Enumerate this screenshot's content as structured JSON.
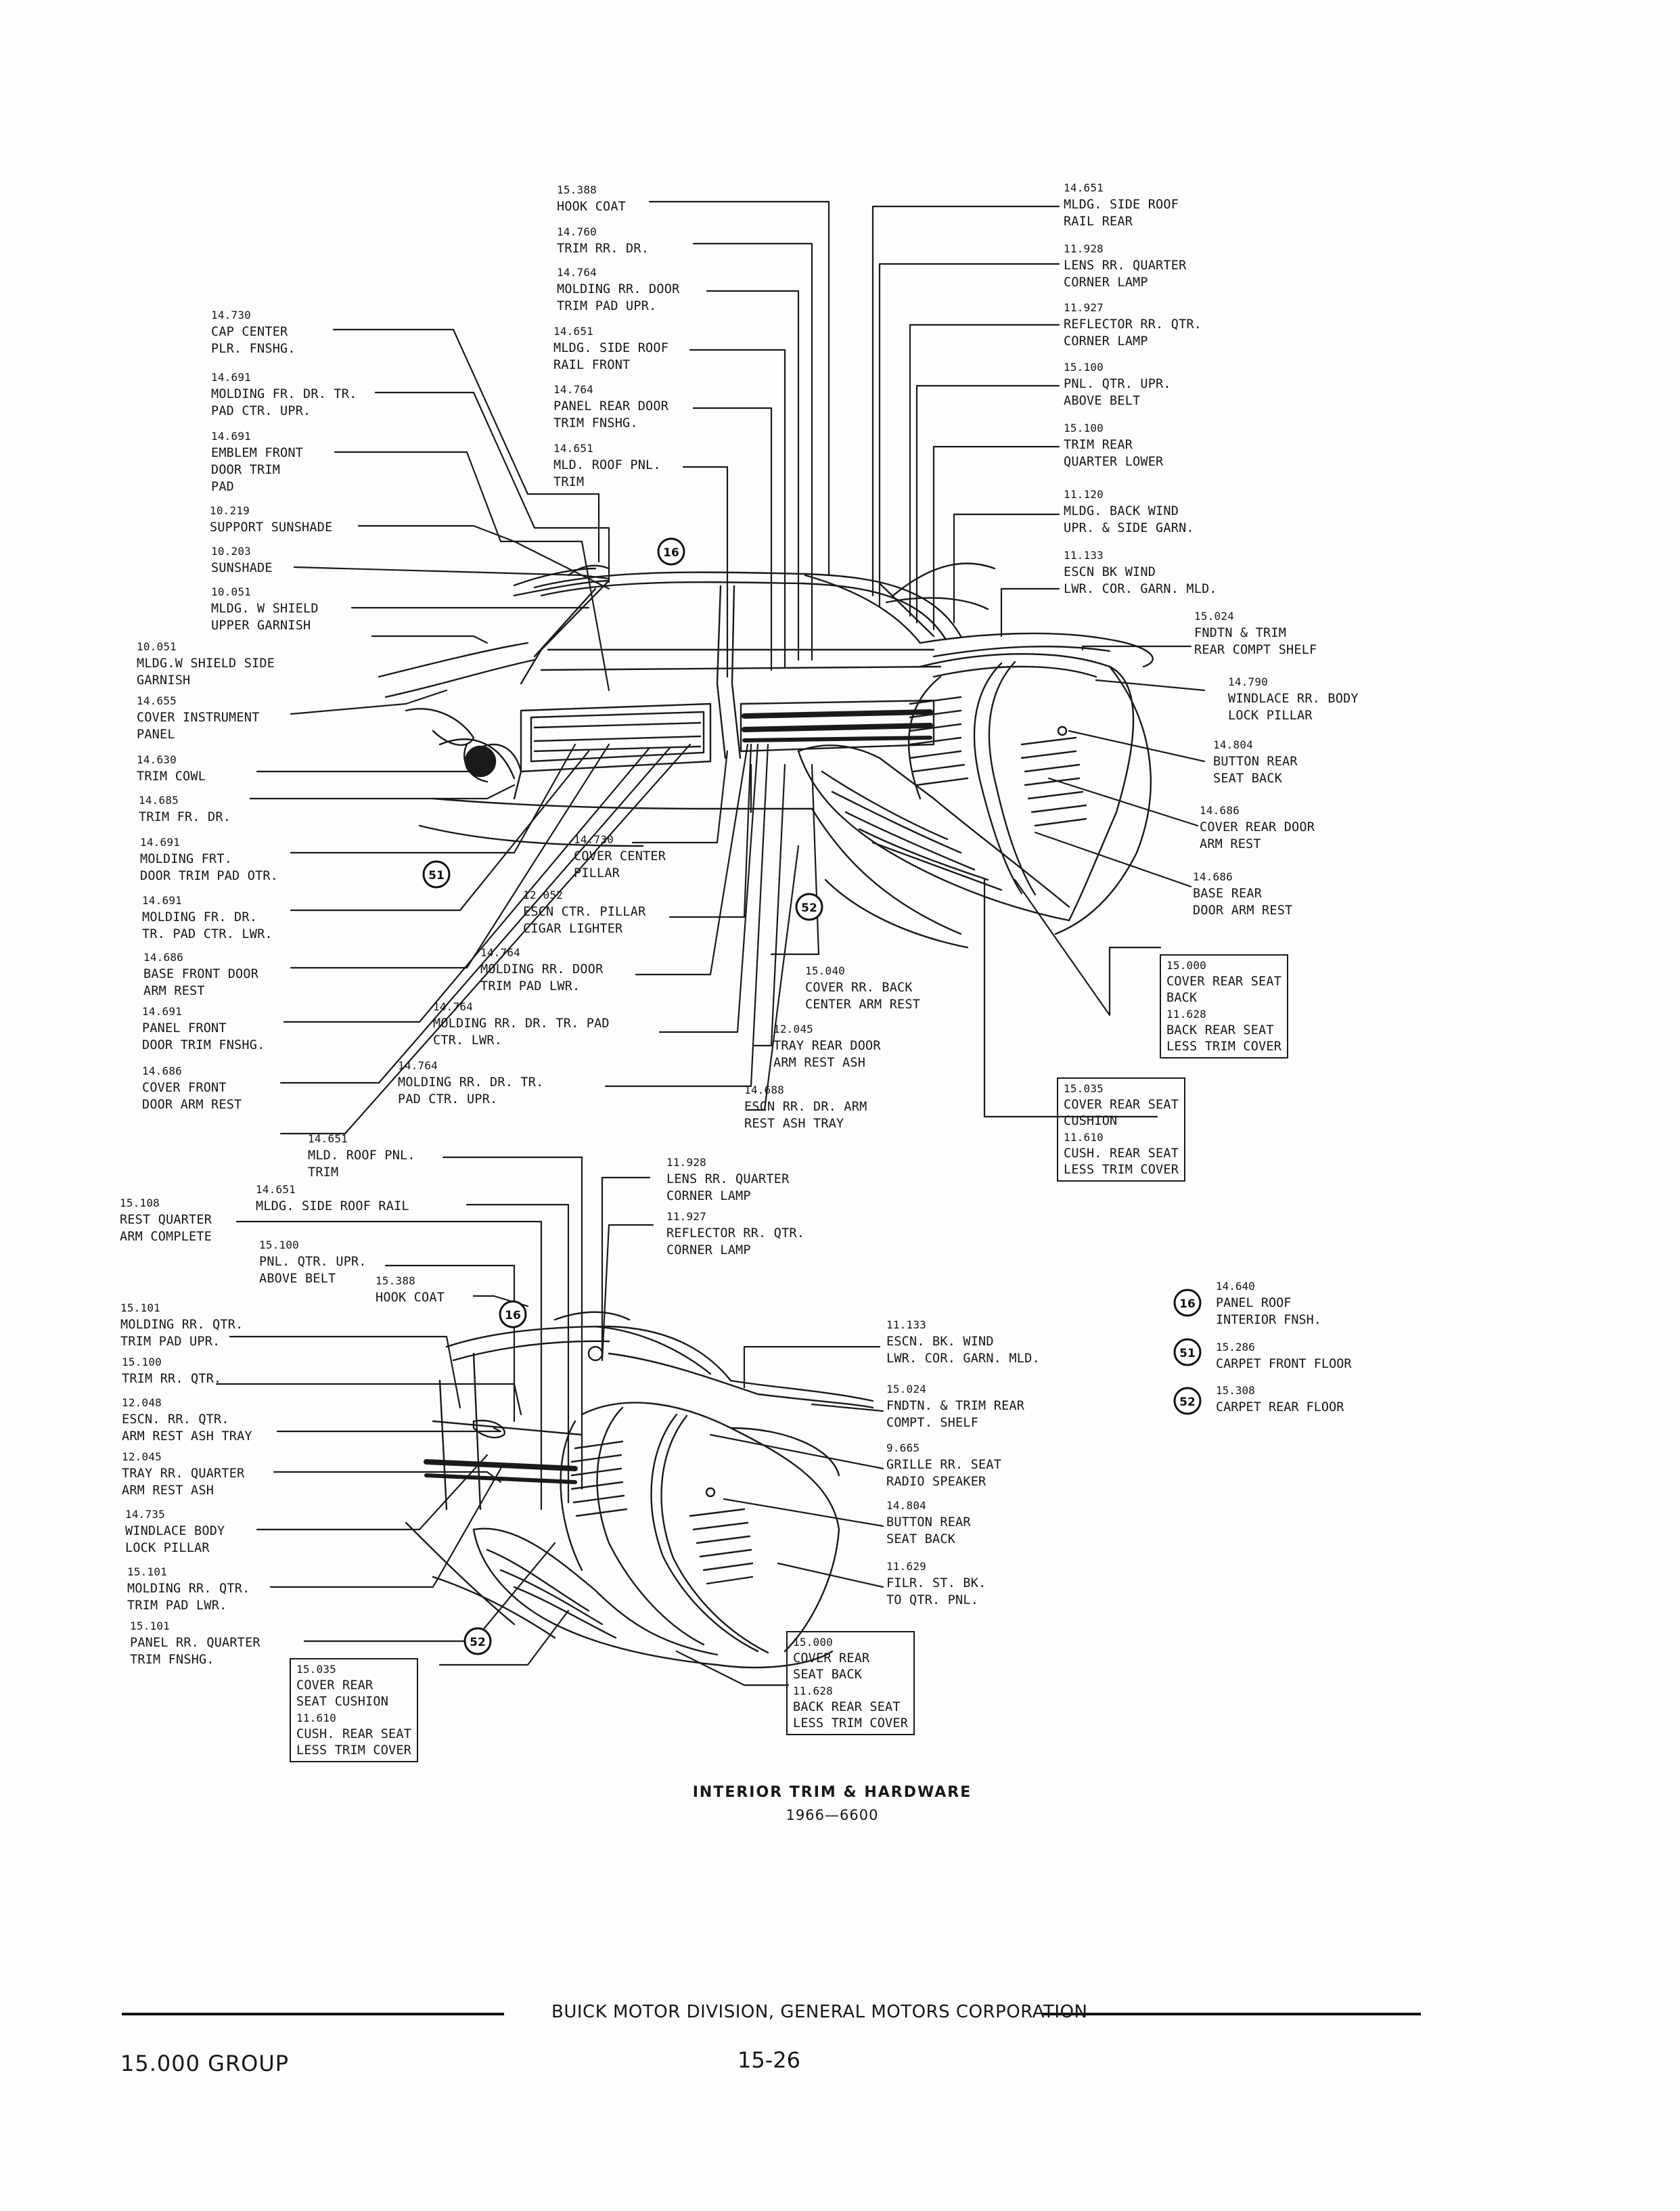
{
  "upper_callouts": [
    {
      "id": "u1",
      "lines": [
        "15.388",
        "HOOK COAT"
      ]
    },
    {
      "id": "u2",
      "lines": [
        "14.760",
        "TRIM RR. DR."
      ]
    },
    {
      "id": "u3",
      "lines": [
        "14.764",
        "MOLDING RR. DOOR",
        "TRIM PAD UPR."
      ]
    },
    {
      "id": "u4",
      "lines": [
        "14.651",
        "MLDG. SIDE ROOF",
        "RAIL FRONT"
      ]
    },
    {
      "id": "u5",
      "lines": [
        "14.764",
        "PANEL REAR DOOR",
        "TRIM FNSHG."
      ]
    },
    {
      "id": "u6",
      "lines": [
        "14.651",
        "MLD. ROOF PNL.",
        "TRIM"
      ]
    },
    {
      "id": "u7",
      "lines": [
        "14.651",
        "MLDG. SIDE ROOF",
        "RAIL REAR"
      ]
    },
    {
      "id": "u8",
      "lines": [
        "11.928",
        "LENS RR. QUARTER",
        "CORNER LAMP"
      ]
    },
    {
      "id": "u9",
      "lines": [
        "11.927",
        "REFLECTOR RR. QTR.",
        "CORNER LAMP"
      ]
    },
    {
      "id": "u10",
      "lines": [
        "15.100",
        "PNL. QTR. UPR.",
        "ABOVE BELT"
      ]
    },
    {
      "id": "u11",
      "lines": [
        "15.100",
        "TRIM REAR",
        "QUARTER LOWER"
      ]
    },
    {
      "id": "u12",
      "lines": [
        "11.120",
        "MLDG. BACK WIND",
        "UPR. & SIDE GARN."
      ]
    },
    {
      "id": "u13",
      "lines": [
        "11.133",
        "ESCN BK WIND",
        "LWR. COR. GARN. MLD."
      ]
    },
    {
      "id": "u14",
      "lines": [
        "15.024",
        "FNDTN & TRIM",
        "REAR COMPT SHELF"
      ]
    },
    {
      "id": "u15",
      "lines": [
        "14.790",
        "WINDLACE RR. BODY",
        "LOCK PILLAR"
      ]
    },
    {
      "id": "u16",
      "lines": [
        "14.804",
        "BUTTON REAR",
        "SEAT BACK"
      ]
    },
    {
      "id": "u17",
      "lines": [
        "14.686",
        "COVER REAR DOOR",
        "ARM REST"
      ]
    },
    {
      "id": "u18",
      "lines": [
        "14.686",
        "BASE REAR",
        "DOOR ARM REST"
      ]
    },
    {
      "id": "u19",
      "lines": [
        "14.730",
        "CAP CENTER",
        "PLR. FNSHG."
      ]
    },
    {
      "id": "u20",
      "lines": [
        "14.691",
        "MOLDING FR. DR. TR.",
        "PAD CTR. UPR."
      ]
    },
    {
      "id": "u21",
      "lines": [
        "14.691",
        "EMBLEM FRONT",
        "DOOR TRIM",
        "PAD"
      ]
    },
    {
      "id": "u22",
      "lines": [
        "10.219",
        "SUPPORT SUNSHADE"
      ]
    },
    {
      "id": "u23",
      "lines": [
        "10.203",
        "SUNSHADE"
      ]
    },
    {
      "id": "u24",
      "lines": [
        "10.051",
        "MLDG. W SHIELD",
        "UPPER GARNISH"
      ]
    },
    {
      "id": "u25",
      "lines": [
        "10.051",
        "MLDG.W SHIELD SIDE",
        "GARNISH"
      ]
    },
    {
      "id": "u26",
      "lines": [
        "14.655",
        "COVER INSTRUMENT",
        "PANEL"
      ]
    },
    {
      "id": "u27",
      "lines": [
        "14.630",
        "TRIM COWL"
      ]
    },
    {
      "id": "u28",
      "lines": [
        "14.685",
        "TRIM FR. DR."
      ]
    },
    {
      "id": "u29",
      "lines": [
        "14.691",
        "MOLDING FRT.",
        "DOOR TRIM PAD OTR."
      ]
    },
    {
      "id": "u30",
      "lines": [
        "14.691",
        "MOLDING FR. DR.",
        "TR. PAD CTR. LWR."
      ]
    },
    {
      "id": "u31",
      "lines": [
        "14.686",
        "BASE FRONT DOOR",
        "ARM REST"
      ]
    },
    {
      "id": "u32",
      "lines": [
        "14.691",
        "PANEL FRONT",
        "DOOR TRIM FNSHG."
      ]
    },
    {
      "id": "u33",
      "lines": [
        "14.686",
        "COVER FRONT",
        "DOOR ARM REST"
      ]
    },
    {
      "id": "u34",
      "lines": [
        "14.730",
        "COVER CENTER",
        "PILLAR"
      ]
    },
    {
      "id": "u35",
      "lines": [
        "12.052",
        "ESCN CTR. PILLAR",
        "CIGAR LIGHTER"
      ]
    },
    {
      "id": "u36",
      "lines": [
        "14.764",
        "MOLDING RR. DOOR",
        "TRIM PAD LWR."
      ]
    },
    {
      "id": "u37",
      "lines": [
        "14.764",
        "MOLDING RR. DR. TR. PAD",
        "CTR. LWR."
      ]
    },
    {
      "id": "u38",
      "lines": [
        "14.764",
        "MOLDING RR. DR. TR.",
        "PAD CTR. UPR."
      ]
    },
    {
      "id": "u39",
      "lines": [
        "15.040",
        "COVER RR. BACK",
        "CENTER ARM REST"
      ]
    },
    {
      "id": "u40",
      "lines": [
        "12.045",
        "TRAY REAR DOOR",
        "ARM REST ASH"
      ]
    },
    {
      "id": "u41",
      "lines": [
        "14.688",
        "ESCN RR. DR. ARM",
        "REST ASH TRAY"
      ]
    }
  ],
  "upper_boxes": [
    {
      "id": "ub1",
      "lines": [
        "15.000",
        "COVER REAR SEAT",
        "BACK",
        "11.628",
        "BACK REAR SEAT",
        "LESS TRIM COVER"
      ]
    },
    {
      "id": "ub2",
      "lines": [
        "15.035",
        "COVER REAR SEAT",
        "CUSHION",
        "11.610",
        "CUSH. REAR SEAT",
        "LESS TRIM COVER"
      ]
    }
  ],
  "lower_callouts": [
    {
      "id": "l1",
      "lines": [
        "14.651",
        "MLD. ROOF PNL.",
        "TRIM"
      ]
    },
    {
      "id": "l2",
      "lines": [
        "14.651",
        "MLDG. SIDE ROOF RAIL"
      ]
    },
    {
      "id": "l3",
      "lines": [
        "15.108",
        "REST QUARTER",
        "ARM COMPLETE"
      ]
    },
    {
      "id": "l4",
      "lines": [
        "15.100",
        "PNL. QTR. UPR.",
        "ABOVE BELT"
      ]
    },
    {
      "id": "l5",
      "lines": [
        "15.388",
        "HOOK COAT"
      ]
    },
    {
      "id": "l6",
      "lines": [
        "15.101",
        "MOLDING RR. QTR.",
        "TRIM PAD UPR."
      ]
    },
    {
      "id": "l7",
      "lines": [
        "15.100",
        "TRIM RR. QTR."
      ]
    },
    {
      "id": "l8",
      "lines": [
        "12.048",
        "ESCN. RR. QTR.",
        "ARM REST ASH TRAY"
      ]
    },
    {
      "id": "l9",
      "lines": [
        "12.045",
        "TRAY RR. QUARTER",
        "ARM REST ASH"
      ]
    },
    {
      "id": "l10",
      "lines": [
        "14.735",
        "WINDLACE BODY",
        "LOCK PILLAR"
      ]
    },
    {
      "id": "l11",
      "lines": [
        "15.101",
        "MOLDING RR. QTR.",
        "TRIM PAD LWR."
      ]
    },
    {
      "id": "l12",
      "lines": [
        "15.101",
        "PANEL RR. QUARTER",
        "TRIM FNSHG."
      ]
    },
    {
      "id": "l13",
      "lines": [
        "11.928",
        "LENS RR. QUARTER",
        "CORNER LAMP"
      ]
    },
    {
      "id": "l14",
      "lines": [
        "11.927",
        "REFLECTOR RR. QTR.",
        "CORNER LAMP"
      ]
    },
    {
      "id": "l15",
      "lines": [
        "11.133",
        "ESCN. BK. WIND",
        "LWR. COR. GARN. MLD."
      ]
    },
    {
      "id": "l16",
      "lines": [
        "15.024",
        "FNDTN. & TRIM REAR",
        "COMPT. SHELF"
      ]
    },
    {
      "id": "l17",
      "lines": [
        "9.665",
        "GRILLE RR. SEAT",
        "RADIO SPEAKER"
      ]
    },
    {
      "id": "l18",
      "lines": [
        "14.804",
        "BUTTON REAR",
        "SEAT BACK"
      ]
    },
    {
      "id": "l19",
      "lines": [
        "11.629",
        "FILR. ST. BK.",
        "TO QTR. PNL."
      ]
    }
  ],
  "lower_boxes": [
    {
      "id": "lb1",
      "lines": [
        "15.035",
        "COVER REAR",
        "SEAT CUSHION",
        "11.610",
        "CUSH. REAR SEAT",
        "LESS TRIM COVER"
      ]
    },
    {
      "id": "lb2",
      "lines": [
        "15.000",
        "COVER REAR",
        "SEAT BACK",
        "11.628",
        "BACK REAR SEAT",
        "LESS TRIM COVER"
      ]
    }
  ],
  "circle_markers": [
    {
      "id": "c16a",
      "label": "16"
    },
    {
      "id": "c51",
      "label": "51"
    },
    {
      "id": "c52a",
      "label": "52"
    },
    {
      "id": "c16b",
      "label": "16"
    },
    {
      "id": "c52b",
      "label": "52"
    }
  ],
  "legend": [
    {
      "label": "16",
      "lines": [
        "14.640",
        "PANEL ROOF",
        "INTERIOR FNSH."
      ]
    },
    {
      "label": "51",
      "lines": [
        "15.286",
        "CARPET FRONT FLOOR"
      ]
    },
    {
      "label": "52",
      "lines": [
        "15.308",
        "CARPET REAR FLOOR"
      ]
    }
  ],
  "caption": {
    "title": "INTERIOR TRIM & HARDWARE",
    "code": "1966—6600"
  },
  "footer": {
    "division": "BUICK MOTOR DIVISION, GENERAL MOTORS CORPORATION",
    "group": "15.000 GROUP",
    "page": "15-26"
  }
}
